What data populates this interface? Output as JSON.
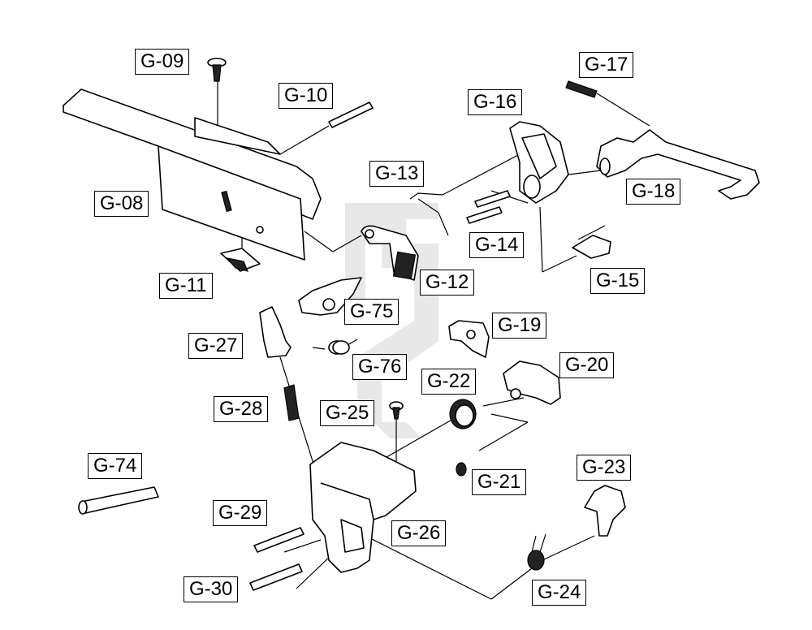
{
  "callouts": [
    {
      "key": "g09",
      "label": "G-09"
    },
    {
      "key": "g10",
      "label": "G-10"
    },
    {
      "key": "g08",
      "label": "G-08"
    },
    {
      "key": "g11",
      "label": "G-11"
    },
    {
      "key": "g13",
      "label": "G-13"
    },
    {
      "key": "g12",
      "label": "G-12"
    },
    {
      "key": "g14",
      "label": "G-14"
    },
    {
      "key": "g16",
      "label": "G-16"
    },
    {
      "key": "g17",
      "label": "G-17"
    },
    {
      "key": "g18",
      "label": "G-18"
    },
    {
      "key": "g15",
      "label": "G-15"
    },
    {
      "key": "g75",
      "label": "G-75"
    },
    {
      "key": "g19",
      "label": "G-19"
    },
    {
      "key": "g27",
      "label": "G-27"
    },
    {
      "key": "g76",
      "label": "G-76"
    },
    {
      "key": "g20",
      "label": "G-20"
    },
    {
      "key": "g22",
      "label": "G-22"
    },
    {
      "key": "g28",
      "label": "G-28"
    },
    {
      "key": "g25",
      "label": "G-25"
    },
    {
      "key": "g74",
      "label": "G-74"
    },
    {
      "key": "g21",
      "label": "G-21"
    },
    {
      "key": "g23",
      "label": "G-23"
    },
    {
      "key": "g29",
      "label": "G-29"
    },
    {
      "key": "g26",
      "label": "G-26"
    },
    {
      "key": "g30",
      "label": "G-30"
    },
    {
      "key": "g24",
      "label": "G-24"
    }
  ]
}
